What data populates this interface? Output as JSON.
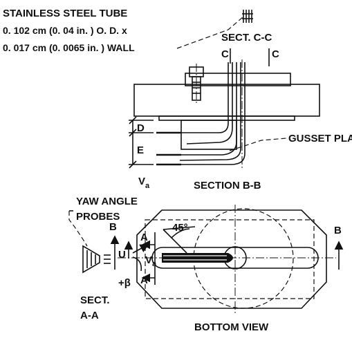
{
  "callout": {
    "line1": "STAINLESS STEEL TUBE",
    "line2": "0. 102 cm (0. 04 in. ) O. D. x",
    "line3": "0. 017 cm (0. 0065 in. ) WALL"
  },
  "section_cc": {
    "title": "SECT. C-C",
    "left_marker": "C",
    "right_marker": "C"
  },
  "section_bb": {
    "dim_d": "D",
    "dim_e": "E",
    "velocity": "V",
    "velocity_sub": "a",
    "gusset_label": "GUSSET PLATE",
    "caption": "SECTION B-B"
  },
  "bottom_view": {
    "yaw_line1": "YAW ANGLE",
    "yaw_line2": "PROBES",
    "angle_label": "45°",
    "marker_b_left": "B",
    "marker_b_right": "B",
    "marker_a_top": "A",
    "marker_a_bottom": "A",
    "velocity_u": "U",
    "velocity": "V",
    "velocity_sub": "a",
    "beta": "+β",
    "sect_aa_line1": "SECT.",
    "sect_aa_line2": "A-A",
    "caption": "BOTTOM VIEW"
  }
}
